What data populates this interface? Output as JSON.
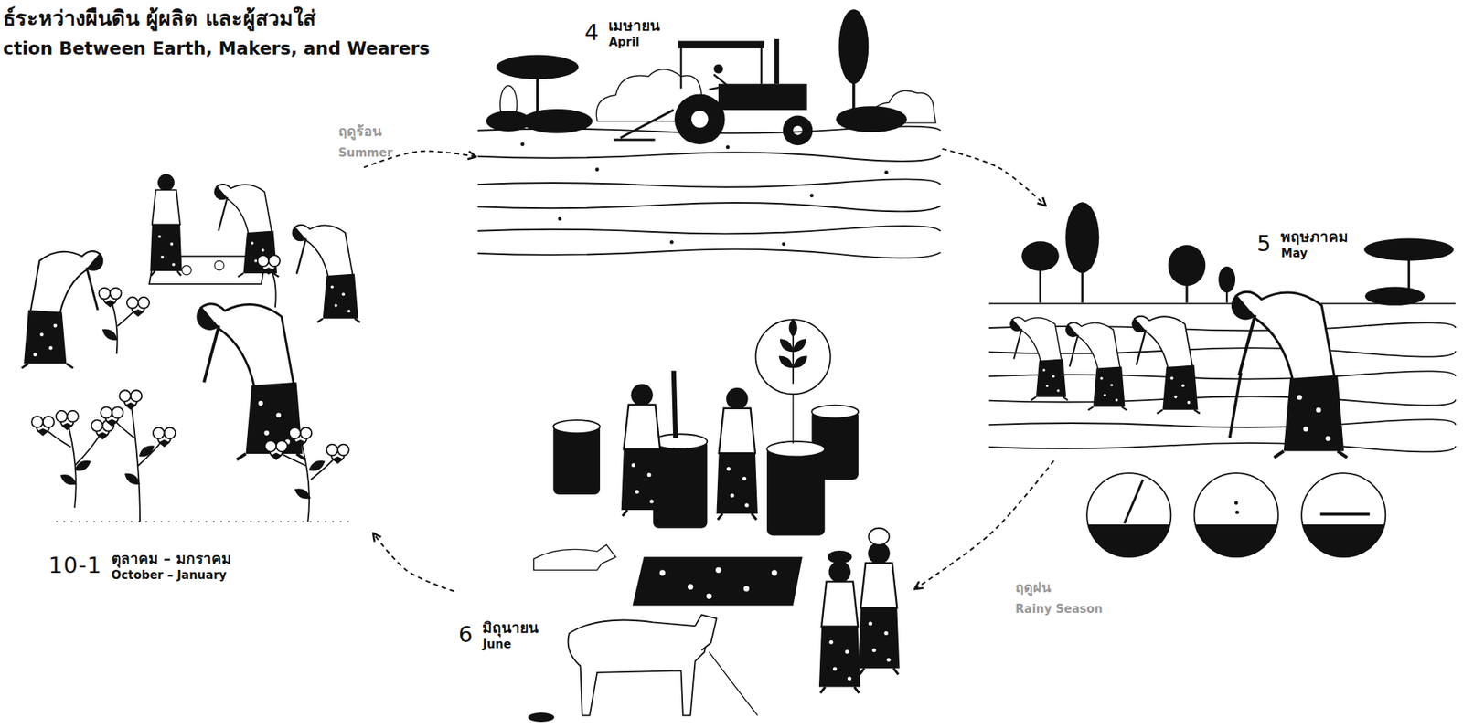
{
  "diagram": {
    "title": "ธ์ระหว่างผืนดิน ผู้ผลิต และผู้สวมใส่",
    "nodes": [
      {
        "text": [
          "4",
          "เมษายน",
          "April"
        ]
      },
      {
        "text": [
          "5",
          "พฤษภาคม",
          "May"
        ]
      },
      {
        "text": [
          "6",
          "มิถุนายน",
          "June"
        ]
      },
      {
        "text": [
          "10-1",
          "ตุลาคม – มกราคม",
          "October – January"
        ]
      }
    ],
    "edges": [
      {
        "from": 0,
        "to": 1,
        "arrow": "to"
      },
      {
        "from": 1,
        "to": 2,
        "arrow": "to"
      },
      {
        "from": 2,
        "to": 3,
        "arrow": "to"
      },
      {
        "from": 3,
        "to": 0,
        "arrow": "to"
      }
    ],
    "labels": [
      "ction Between Earth, Makers, and Wearers",
      "ฤดูร้อน",
      "Summer",
      "ฤดูฝน",
      "Rainy Season"
    ]
  }
}
